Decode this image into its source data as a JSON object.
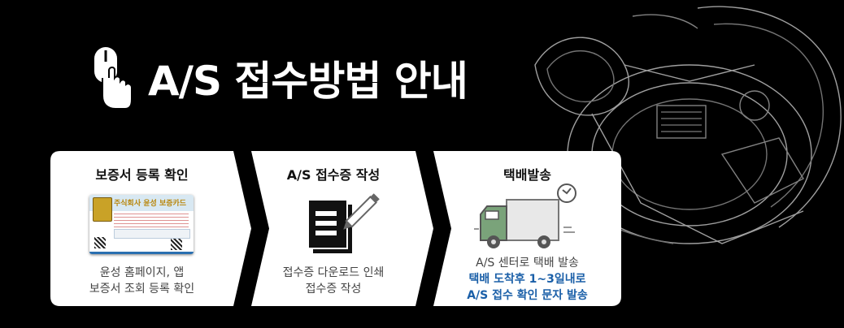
{
  "header": {
    "title": "A/S 접수방법 안내",
    "icon": "mouse-click-icon"
  },
  "steps": [
    {
      "title": "보증서 등록 확인",
      "icon": "warranty-card-icon",
      "lines": [
        "윤성 홈페이지, 앱",
        "보증서 조회 등록 확인"
      ]
    },
    {
      "title": "A/S 접수증 작성",
      "icon": "document-pencil-icon",
      "lines": [
        "접수증 다운로드 인쇄",
        "접수증 작성"
      ]
    },
    {
      "title": "택배발송",
      "icon": "delivery-truck-icon",
      "lines": [
        "A/S 센터로 택배 발송",
        "택배 도착후 1~3일내로",
        "A/S 접수 확인 문자 발송"
      ]
    }
  ],
  "card": {
    "brand": "주식회사 윤성 보증카드"
  },
  "colors": {
    "background": "#000000",
    "panel": "#ffffff",
    "accent_text": "#1a5fa8",
    "truck_body": "#7aa37a"
  }
}
